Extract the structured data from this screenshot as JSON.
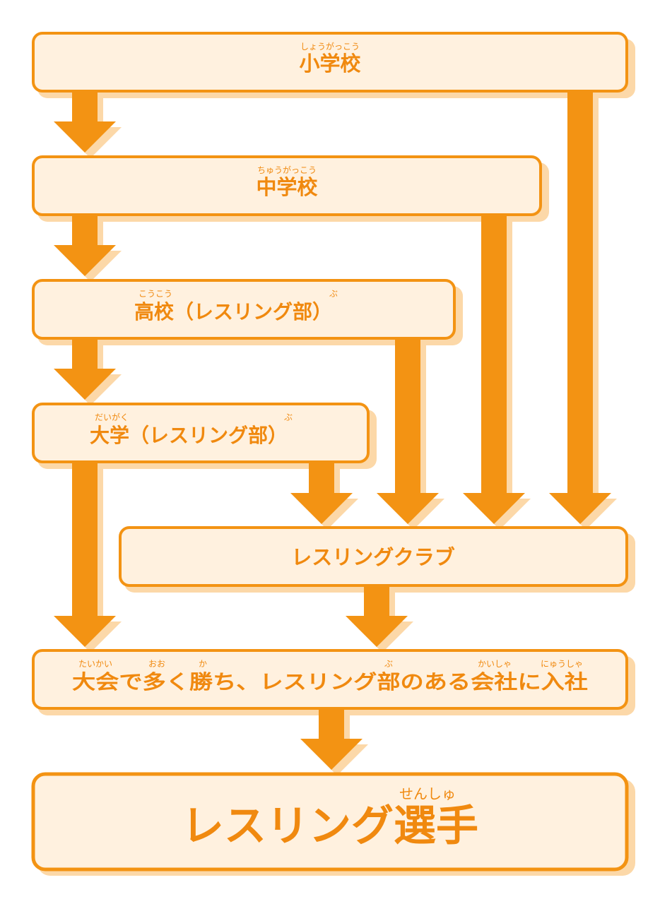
{
  "colors": {
    "accent": "#F39313",
    "box_fill": "#FFF1DF",
    "shadow": "#FCD8A8",
    "text": "#F0890F"
  },
  "boxes": {
    "elementary": {
      "label": "小学校",
      "ruby": "しょうがっこう"
    },
    "junior_high": {
      "label": "中学校",
      "ruby": "ちゅうがっこう"
    },
    "high_school": {
      "label": "高校（レスリング部）",
      "ruby_a": "こうこう",
      "ruby_b": "ぶ"
    },
    "university": {
      "label": "大学（レスリング部）",
      "ruby_a": "だいがく",
      "ruby_b": "ぶ"
    },
    "club": {
      "label": "レスリングクラブ"
    },
    "company": {
      "label": "大会で多く勝ち、レスリング部のある会社に入社",
      "ruby": [
        "たいかい",
        "おお",
        "か",
        "ぶ",
        "かいしゃ",
        "にゅうしゃ"
      ]
    },
    "wrestler": {
      "label": "レスリング選手",
      "ruby": "せんしゅ"
    }
  },
  "icons": {
    "arrow": "down-arrow-icon"
  }
}
